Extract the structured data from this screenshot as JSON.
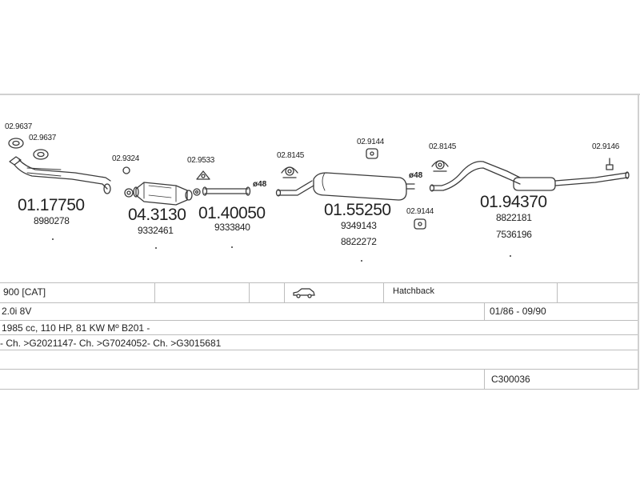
{
  "diagram": {
    "parts": [
      {
        "id": "front_pipe",
        "number": "01.17750",
        "oe": [
          "8980278"
        ]
      },
      {
        "id": "catalyst",
        "number": "04.3130",
        "oe": [
          "9332461"
        ]
      },
      {
        "id": "middle_pipe",
        "number": "01.40050",
        "oe": [
          "9333840"
        ]
      },
      {
        "id": "middle_silencer",
        "number": "01.55250",
        "oe": [
          "9349143",
          "8822272"
        ]
      },
      {
        "id": "rear_silencer",
        "number": "01.94370",
        "oe": [
          "8822181",
          "7536196"
        ]
      }
    ],
    "accessories": {
      "gasket_1": "02.9637",
      "gasket_2": "02.9637",
      "clamp_cat": "02.9324",
      "gasket_cat": "02.9533",
      "clamp_mid_1": "02.8145",
      "hanger_mid_top": "02.9144",
      "clamp_mid_2": "02.8145",
      "hanger_mid_bottom": "02.9144",
      "hanger_rear": "02.9146"
    },
    "diameters": {
      "pipe_1": "ø48",
      "pipe_2": "ø48"
    }
  },
  "vehicle": {
    "model": "900  [CAT]",
    "body": "Hatchback",
    "engine": "2.0i  8V",
    "years": "01/86 - 09/90",
    "spec": "1985 cc, 110 HP, 81 KW Mº B201 -",
    "chassis": "- Ch. >G2021147- Ch. >G7024052- Ch. >G3015681",
    "code": "C300036",
    "body_icon": "car-hatchback-icon"
  }
}
